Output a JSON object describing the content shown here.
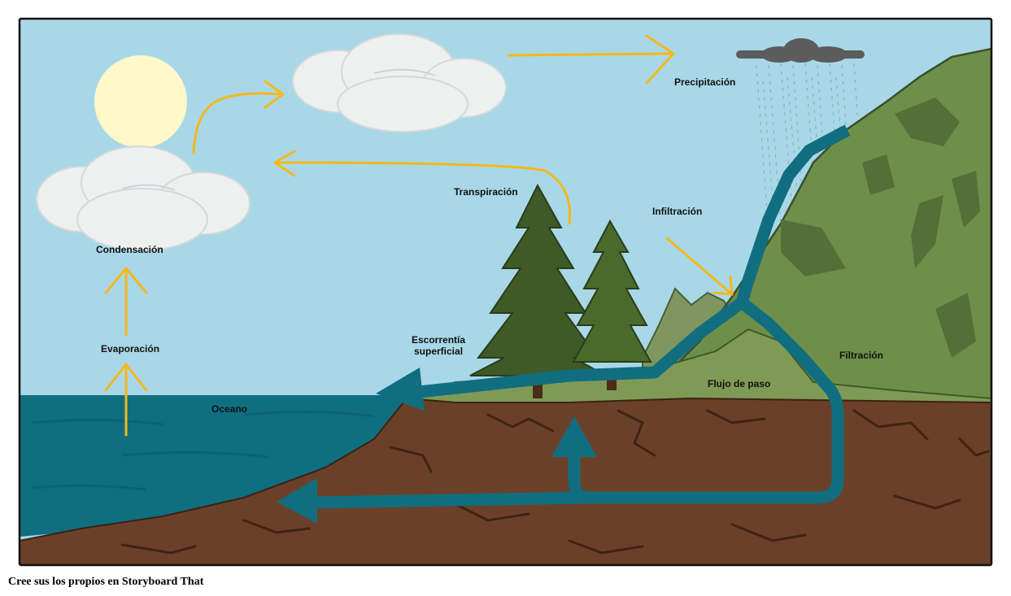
{
  "diagram": {
    "labels": {
      "precipitation": "Precipitación",
      "condensation": "Condensación",
      "evaporation": "Evaporación",
      "transpiration": "Transpiración",
      "infiltration": "Infiltración",
      "runoff_line1": "Escorrentía",
      "runoff_line2": "superficial",
      "throughflow": "Flujo de paso",
      "percolation": "Filtración",
      "ocean": "Oceano"
    }
  },
  "footer": {
    "credit": "Cree sus los propios en Storyboard That"
  },
  "colors": {
    "sky": "#a8d8e8",
    "sun": "#fff8c8",
    "cloud": "#eef0f0",
    "ocean": "#0f6e80",
    "soil": "#6b4028",
    "grass": "#6e8f4a",
    "tree": "#3f5a26",
    "flow_arrow": "#116e80",
    "yellow_arrow": "#f6b81a",
    "rain_cloud": "#555555"
  }
}
